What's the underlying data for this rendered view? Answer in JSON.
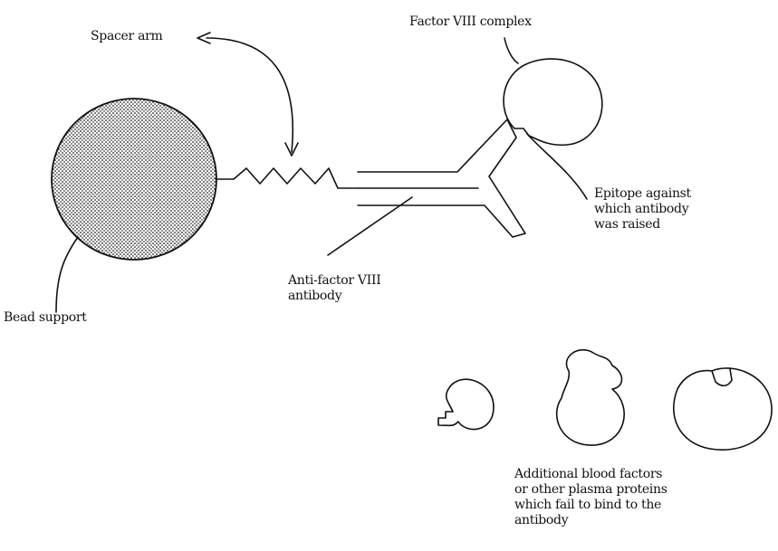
{
  "labels": {
    "spacer_arm": "Spacer arm",
    "factor_viii_complex": "Factor VIII complex",
    "epitope": "Epitope against\nwhich antibody\nwas raised",
    "antibody": "Anti-factor VIII\nantibody",
    "bead_support": "Bead support",
    "additional_factors": "Additional blood factors\nor other plasma proteins\nwhich fail to bind to the\nantibody"
  }
}
